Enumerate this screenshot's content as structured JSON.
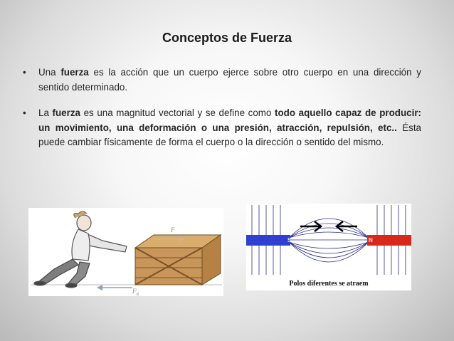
{
  "slide": {
    "title": "Conceptos de Fuerza",
    "bullets": [
      [
        {
          "text": "Una ",
          "bold": false
        },
        {
          "text": "fuerza",
          "bold": true
        },
        {
          "text": " es la acción que un cuerpo ejerce sobre otro cuerpo en una dirección y sentido determinado.",
          "bold": false
        }
      ],
      [
        {
          "text": "La ",
          "bold": false
        },
        {
          "text": "fuerza",
          "bold": true
        },
        {
          "text": " es una magnitud vectorial y se define como ",
          "bold": false
        },
        {
          "text": "todo aquello capaz de producir: un movimiento, una deformación o una presión, atracción, repulsión, etc..",
          "bold": true
        },
        {
          "text": " Ésta puede cambiar físicamente de forma el cuerpo o la dirección o sentido del mismo.",
          "bold": false
        }
      ]
    ],
    "bullet_symbol": "•"
  },
  "figure_push": {
    "force_label": "F",
    "friction_label": "F",
    "friction_subscript": "R"
  },
  "figure_magnet": {
    "south_label": "S",
    "north_label": "N",
    "caption": "Polos diferentes se atraem",
    "colors": {
      "south": "#2f3fd0",
      "north": "#d8281c",
      "field_lines": "#2c2c8c"
    }
  }
}
